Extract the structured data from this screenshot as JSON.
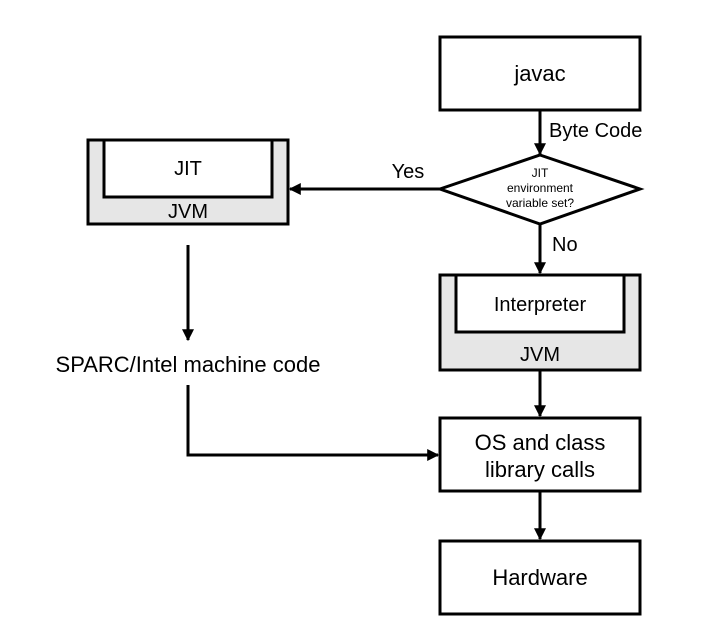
{
  "nodes": {
    "javac": "javac",
    "jit": "JIT",
    "jvm_left": "JVM",
    "decision_line1": "JIT",
    "decision_line2": "environment",
    "decision_line3": "variable set?",
    "interpreter": "Interpreter",
    "jvm_right": "JVM",
    "machine_code": "SPARC/Intel machine code",
    "os_line1": "OS and class",
    "os_line2": "library calls",
    "hardware": "Hardware"
  },
  "edges": {
    "byte_code": "Byte Code",
    "yes": "Yes",
    "no": "No"
  },
  "colors": {
    "stroke": "#000000",
    "vm_fill": "#e6e6e6",
    "box_fill": "#ffffff"
  }
}
